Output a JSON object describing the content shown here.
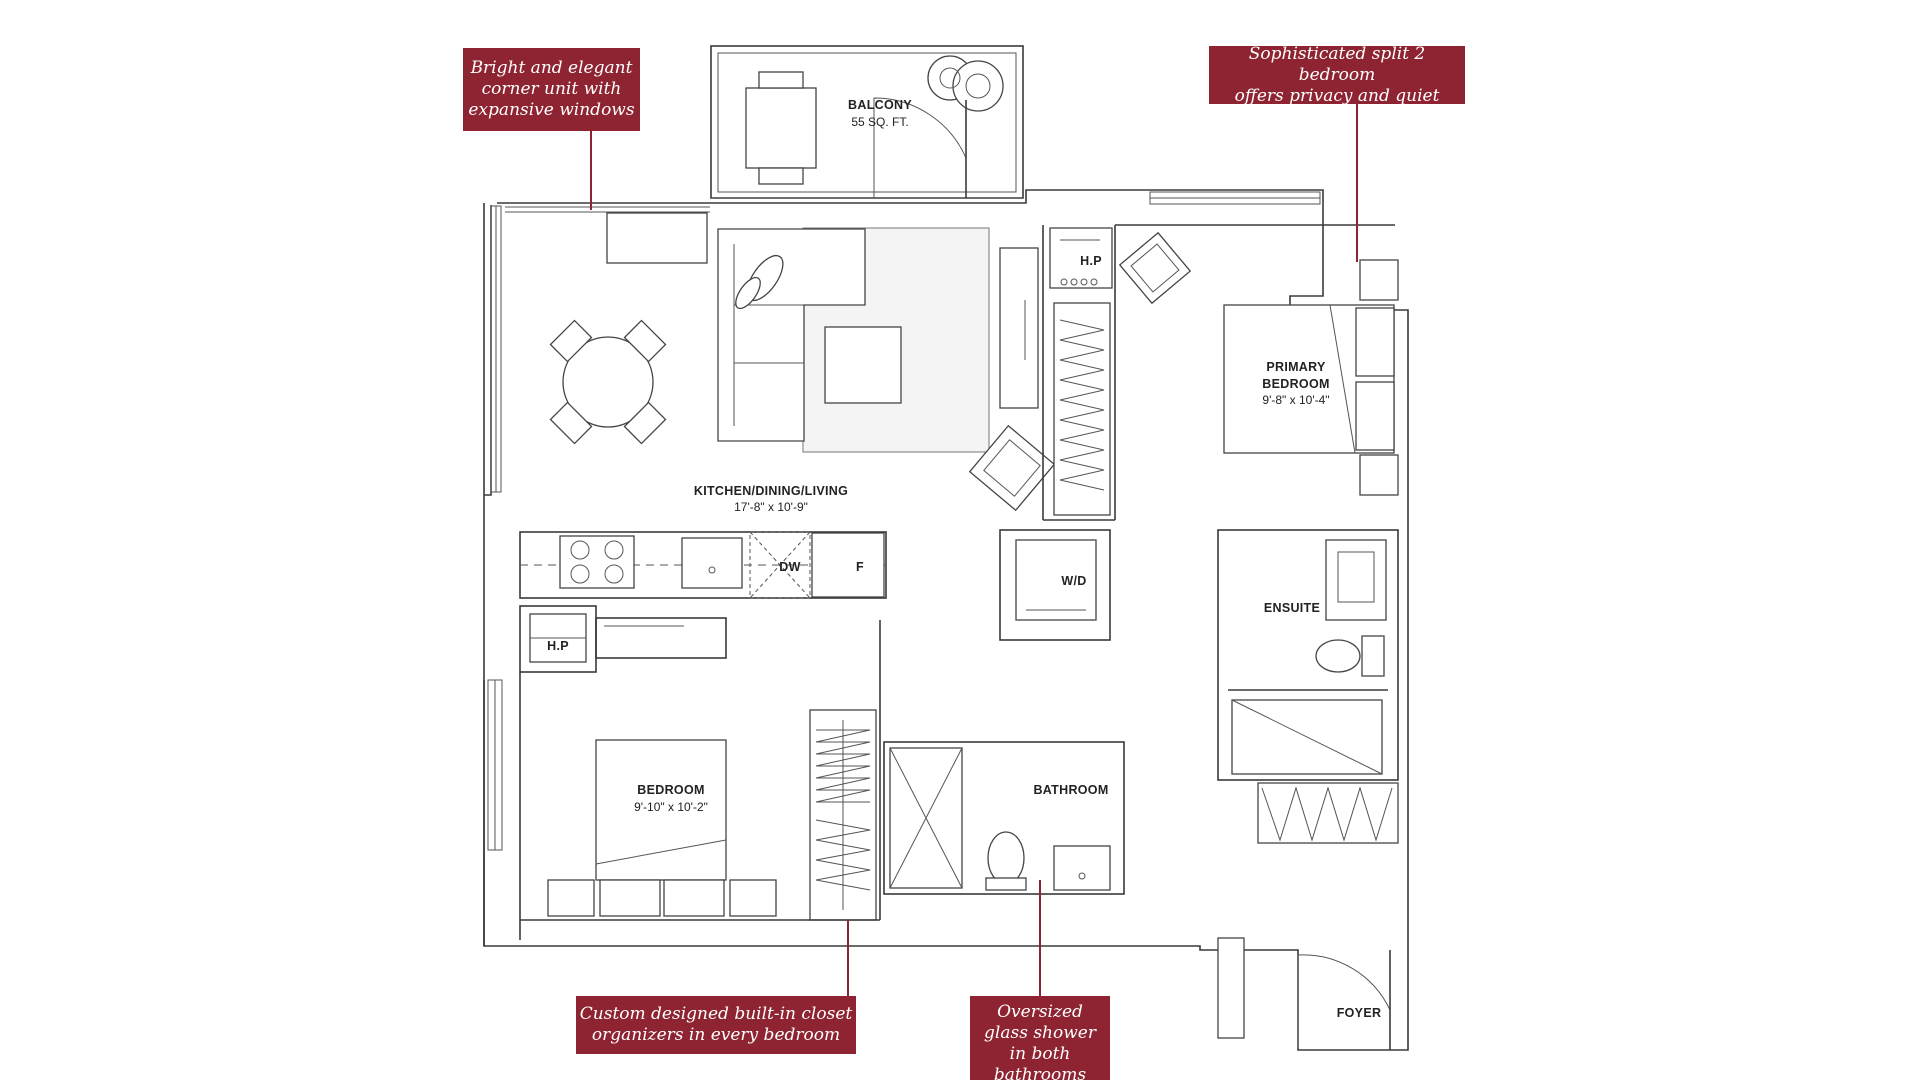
{
  "callouts": {
    "corner_unit": [
      "Bright and elegant",
      "corner unit with",
      "expansive windows"
    ],
    "split_bedroom": [
      "Sophisticated split 2 bedroom",
      "offers privacy and quiet"
    ],
    "closet": [
      "Custom designed built-in closet",
      "organizers in every bedroom"
    ],
    "shower": [
      "Oversized",
      "glass shower",
      "in both",
      "bathrooms"
    ]
  },
  "rooms": {
    "balcony": {
      "name": "BALCONY",
      "size": "55 SQ. FT."
    },
    "kitchen": {
      "name": "KITCHEN/DINING/LIVING",
      "size": "17'-8\" x 10'-9\""
    },
    "primary": {
      "name_line1": "PRIMARY",
      "name_line2": "BEDROOM",
      "size": "9'-8\" x 10'-4\""
    },
    "bedroom": {
      "name": "BEDROOM",
      "size": "9'-10\" x 10'-2\""
    },
    "ensuite": {
      "name": "ENSUITE"
    },
    "bathroom": {
      "name": "BATHROOM"
    },
    "foyer": {
      "name": "FOYER"
    }
  },
  "fixtures": {
    "hp": "H.P",
    "wd": "W/D",
    "dw": "DW",
    "fridge": "F"
  },
  "colors": {
    "accent": "#8e2431",
    "line": "#3a3a3a",
    "background": "#ffffff"
  }
}
